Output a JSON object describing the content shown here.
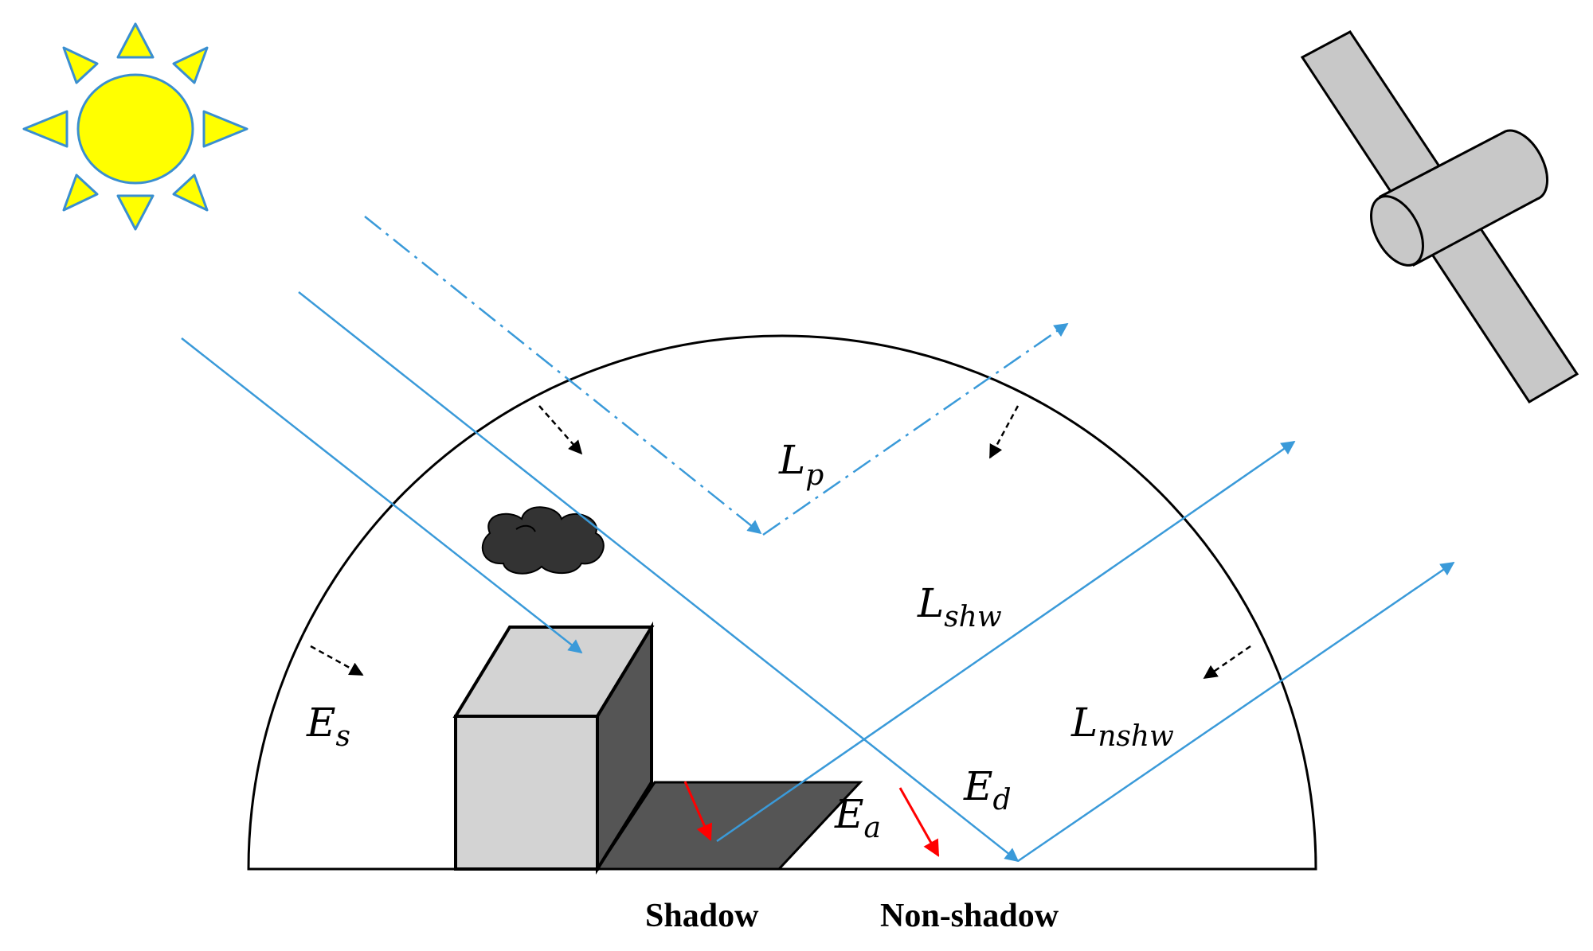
{
  "labels": {
    "lp": {
      "main": "L",
      "sub": "p"
    },
    "lshw": {
      "main": "L",
      "sub": "shw"
    },
    "lnshw": {
      "main": "L",
      "sub": "nshw"
    },
    "es": {
      "main": "E",
      "sub": "s"
    },
    "ea": {
      "main": "E",
      "sub": "a"
    },
    "ed": {
      "main": "E",
      "sub": "d"
    }
  },
  "captions": {
    "shadow": "Shadow",
    "non_shadow": "Non-shadow"
  },
  "icons": {
    "sun": "sun-icon",
    "satellite": "satellite-icon",
    "cloud": "cloud-icon",
    "building": "building-icon"
  },
  "colors": {
    "sun_fill": "#ffff00",
    "sun_stroke": "#3a8fd0",
    "ray": "#3a9ad9",
    "shadow": "#555555",
    "building_front": "#d3d3d3",
    "building_side": "#555555",
    "satellite": "#c8c8c8",
    "absorbed": "#ff0000",
    "diffuse": "#000000"
  }
}
